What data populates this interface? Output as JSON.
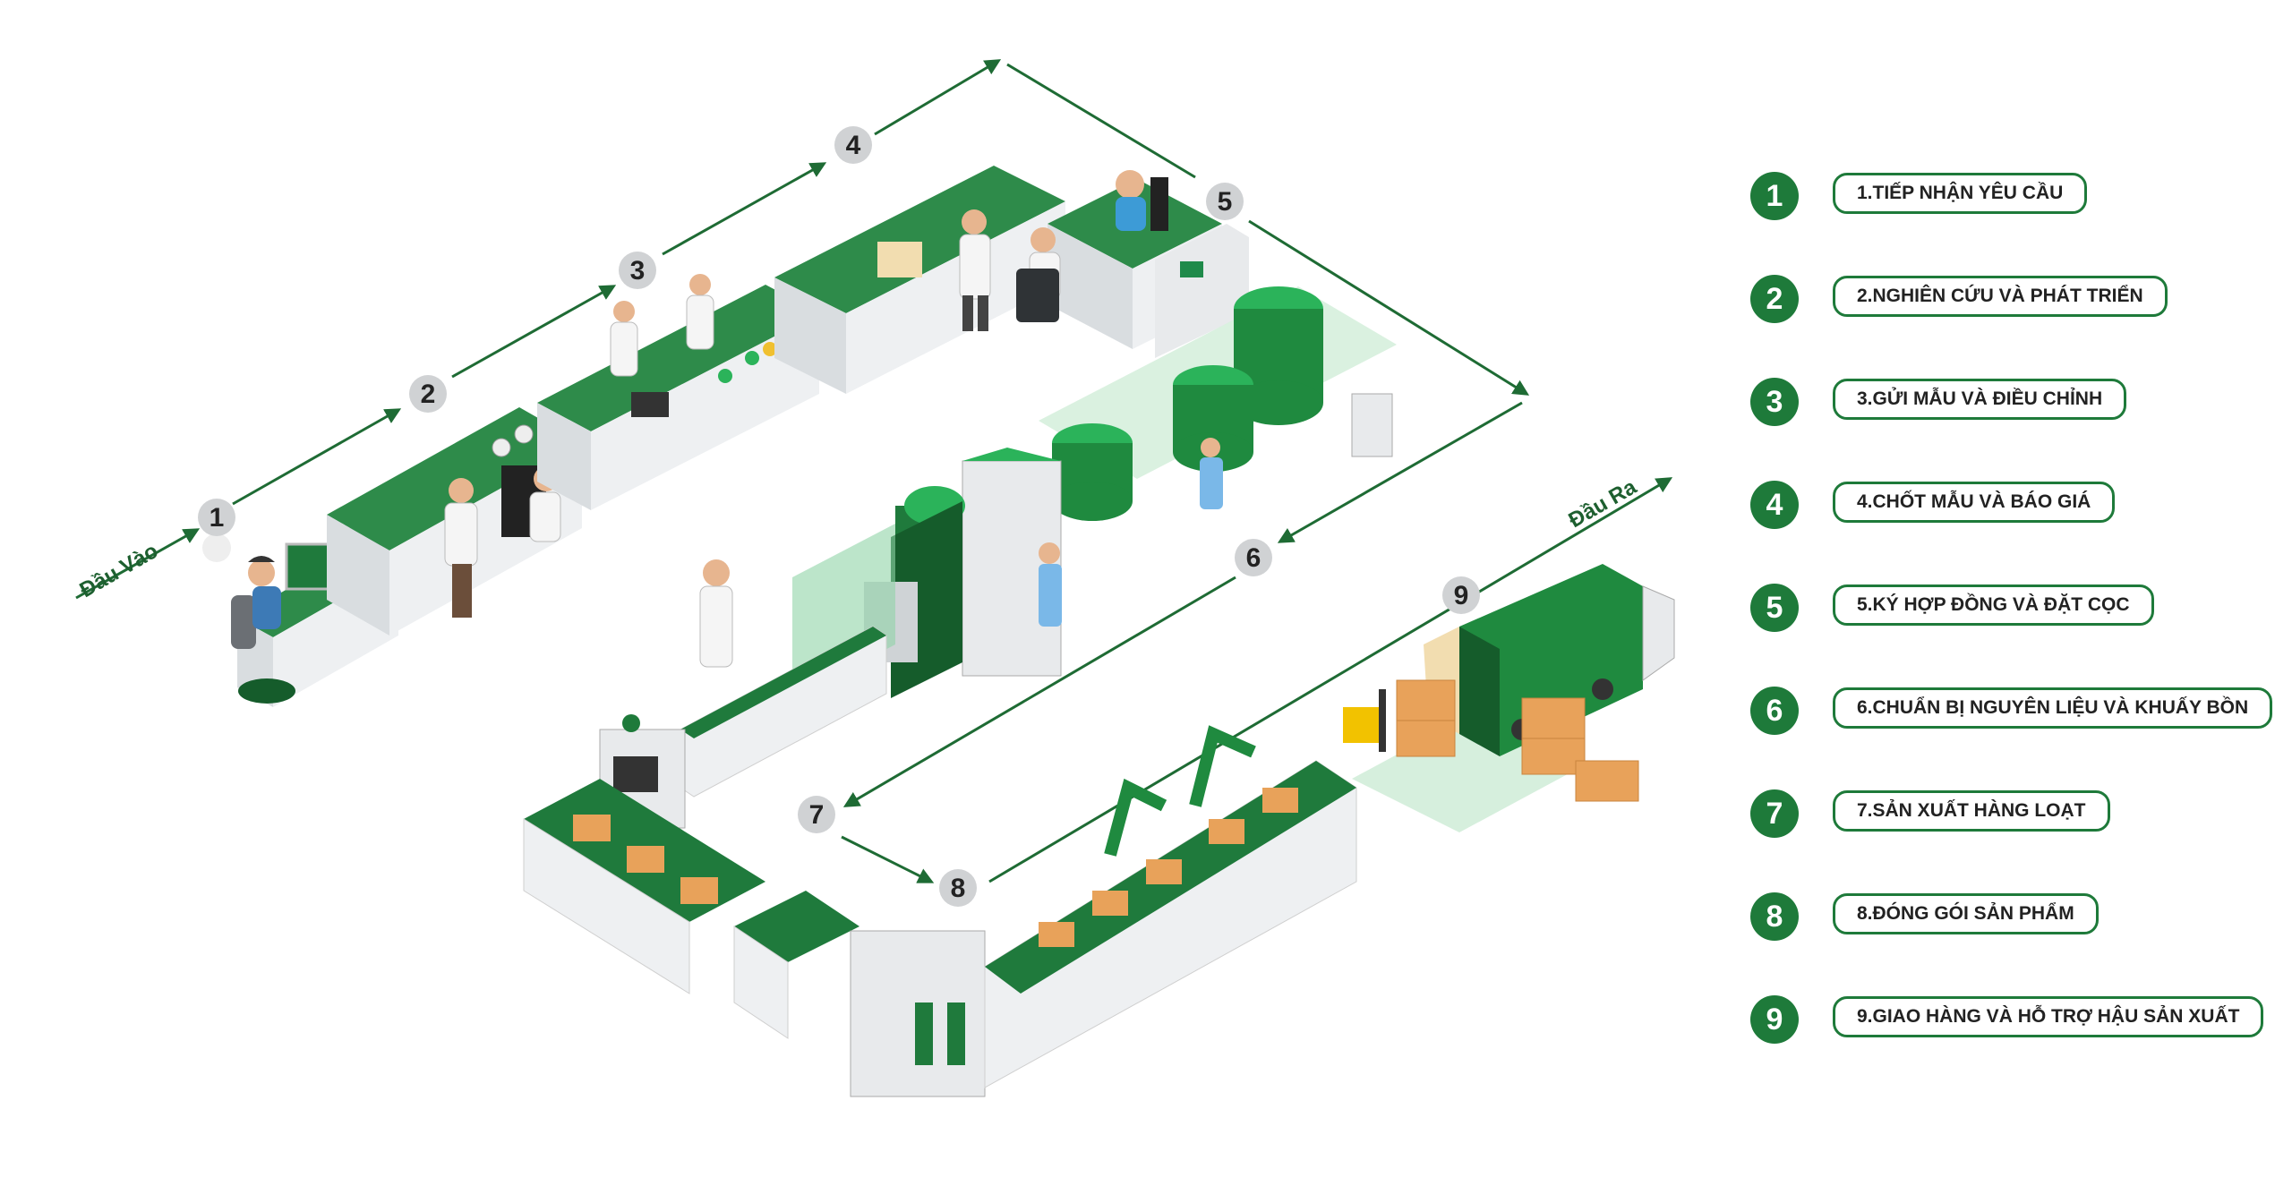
{
  "flow": {
    "input_label": "Đầu Vào",
    "output_label": "Đầu Ra",
    "markers": [
      "1",
      "2",
      "3",
      "4",
      "5",
      "6",
      "7",
      "8",
      "9"
    ]
  },
  "legend": [
    {
      "num": "1",
      "label": "1.TIẾP NHẬN YÊU CẦU"
    },
    {
      "num": "2",
      "label": "2.NGHIÊN CỨU VÀ PHÁT TRIỂN"
    },
    {
      "num": "3",
      "label": "3.GỬI MẪU VÀ ĐIỀU CHỈNH"
    },
    {
      "num": "4",
      "label": "4.CHỐT MẪU VÀ BÁO GIÁ"
    },
    {
      "num": "5",
      "label": "5.KÝ HỢP ĐỒNG VÀ ĐẶT CỌC"
    },
    {
      "num": "6",
      "label": "6.CHUẨN BỊ NGUYÊN LIỆU VÀ KHUẤY BỒN"
    },
    {
      "num": "7",
      "label": "7.SẢN XUẤT HÀNG LOẠT"
    },
    {
      "num": "8",
      "label": "8.ĐÓNG GÓI SẢN PHẨM"
    },
    {
      "num": "9",
      "label": "9.GIAO HÀNG VÀ HỖ TRỢ HẬU SẢN XUẤT"
    }
  ],
  "colors": {
    "brand_green": "#1e7a3a",
    "dark_green": "#155c2b",
    "light_green": "#8fd3a6"
  }
}
